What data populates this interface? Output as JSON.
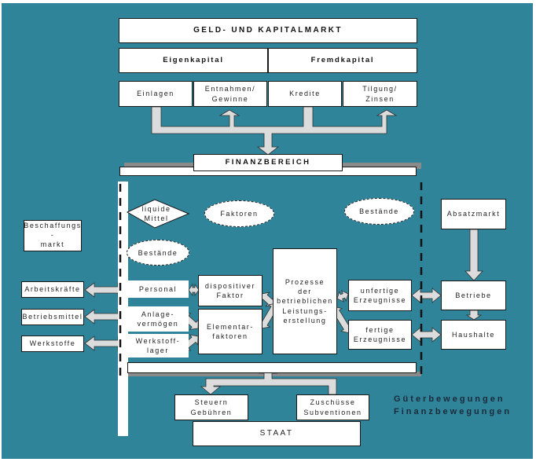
{
  "diagram": {
    "top": {
      "market_title": "GELD- UND KAPITALMARKT",
      "equity": "Eigenkapital",
      "debt": "Fremdkapital",
      "flows": [
        "Einlagen",
        "Entnahmen/\nGewinne",
        "Kredite",
        "Tilgung/\nZinsen"
      ]
    },
    "finance_area": "FINANZBEREICH",
    "left": {
      "procurement_market": "Beschaffungs\n-\nmarkt",
      "resources": [
        "Arbeitskräfte",
        "Betriebsmittel",
        "Werkstoffe"
      ]
    },
    "inner": {
      "liquid_funds": "liquide\nMittel",
      "stocks_left": "Bestände",
      "factors": "Faktoren",
      "stocks_right": "Bestände",
      "personnel": "Personal",
      "fixed_assets": "Anlage-\nvermögen",
      "materials_stock": "Werkstoff-\nlager",
      "dispositive_factor": "dispositiver\nFaktor",
      "elementary_factors": "Elementar-\nfaktoren",
      "processes": "Prozesse\nder\nbetrieblichen\nLeistungs-\nerstellung",
      "unfinished_products": "unfertige\nErzeugnisse",
      "finished_products": "fertige\nErzeugnisse"
    },
    "right": {
      "sales_market": "Absatzmarkt",
      "companies": "Betriebe",
      "households": "Haushalte"
    },
    "bottom": {
      "taxes": "Steuern\nGebühren",
      "subsidies": "Zuschüsse\nSubventionen",
      "state": "STAAT"
    },
    "legend": {
      "goods_flows": "Güterbewegungen",
      "finance_flows": "Finanzbewegungen"
    },
    "colors": {
      "background": "#2f8499",
      "box": "#ffffff",
      "arrow_fill": "#dcdcdc",
      "shadow": "#8a8a8a"
    }
  }
}
